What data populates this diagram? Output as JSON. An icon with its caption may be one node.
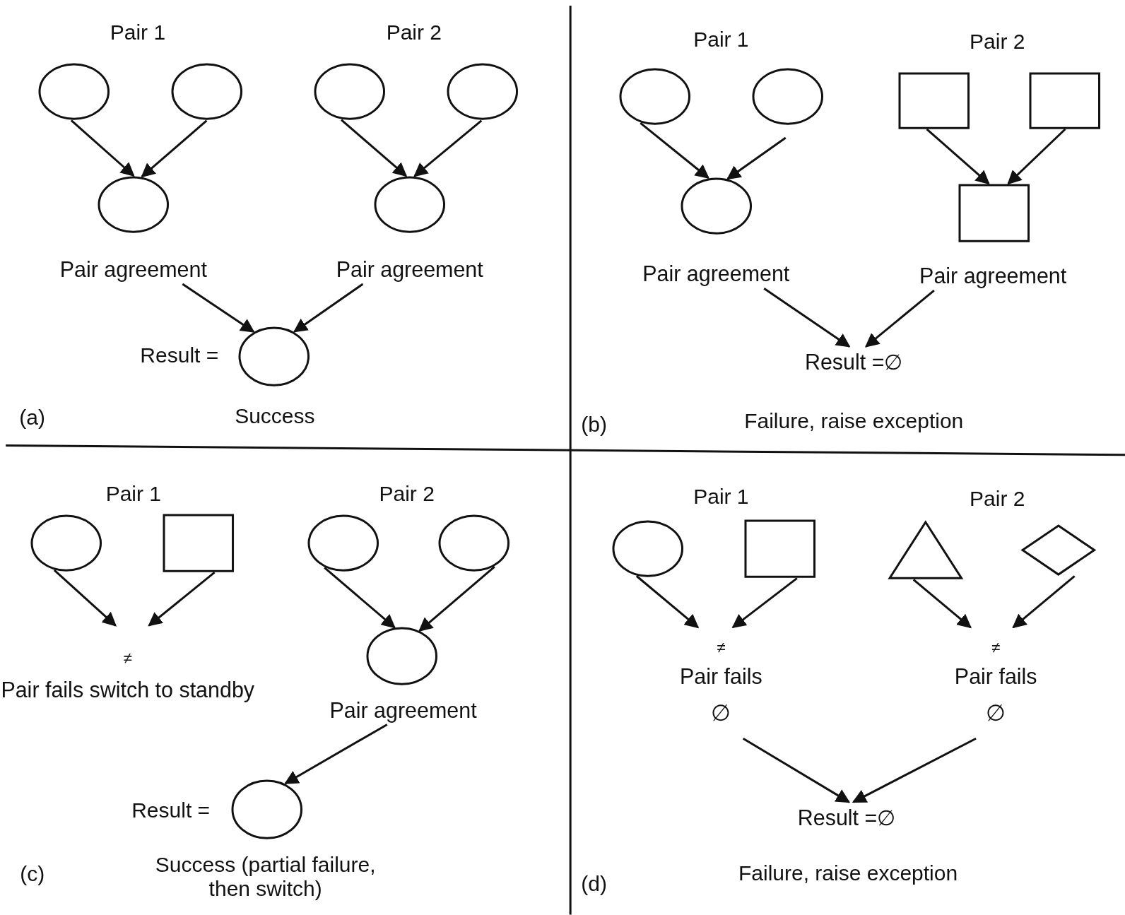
{
  "diagram": {
    "nodes": [
      {
        "text": [],
        "shape": "circle"
      },
      {
        "text": [],
        "shape": "circle"
      },
      {
        "text": [],
        "shape": "circle"
      },
      {
        "text": [
          "Pair agreement"
        ]
      },
      {
        "text": [],
        "shape": "circle"
      },
      {
        "text": [],
        "shape": "circle"
      },
      {
        "text": [],
        "shape": "circle"
      },
      {
        "text": [
          "Pair agreement"
        ]
      },
      {
        "text": [],
        "shape": "circle",
        "beside": [
          "Result =",
          "Success"
        ]
      },
      {
        "text": [],
        "shape": "circle"
      },
      {
        "text": [],
        "shape": "circle"
      },
      {
        "text": [],
        "shape": "circle"
      },
      {
        "text": [
          "Pair agreement"
        ]
      },
      {
        "text": [],
        "shape": "box"
      },
      {
        "text": [],
        "shape": "box"
      },
      {
        "text": [],
        "shape": "box"
      },
      {
        "text": [
          "Pair agreement"
        ]
      },
      {
        "text": [
          "Result =∅"
        ]
      },
      {
        "text": [],
        "shape": "circle"
      },
      {
        "text": [],
        "shape": "box"
      },
      {
        "text": [
          "≠",
          "Pair fails switch to standby"
        ]
      },
      {
        "text": [],
        "shape": "circle"
      },
      {
        "text": [],
        "shape": "circle"
      },
      {
        "text": [],
        "shape": "circle"
      },
      {
        "text": [
          "Pair agreement"
        ]
      },
      {
        "text": [],
        "shape": "circle",
        "beside": [
          "Result =",
          "Success (partial failure, then switch)"
        ]
      },
      {
        "text": [],
        "shape": "circle"
      },
      {
        "text": [],
        "shape": "box"
      },
      {
        "text": [
          "≠",
          "Pair fails",
          "∅"
        ]
      },
      {
        "text": [],
        "shape": "triangle"
      },
      {
        "text": [],
        "shape": "diamond"
      },
      {
        "text": [
          "≠",
          "Pair fails",
          "∅"
        ]
      },
      {
        "text": [
          "Result =∅"
        ]
      }
    ],
    "edges": [
      {
        "from": 0,
        "to": 2,
        "arrow": "to"
      },
      {
        "from": 1,
        "to": 2,
        "arrow": "to"
      },
      {
        "from": 4,
        "to": 6,
        "arrow": "to"
      },
      {
        "from": 5,
        "to": 6,
        "arrow": "to"
      },
      {
        "from": 3,
        "to": 8,
        "arrow": "to"
      },
      {
        "from": 7,
        "to": 8,
        "arrow": "to"
      },
      {
        "from": 9,
        "to": 11,
        "arrow": "to"
      },
      {
        "from": 10,
        "to": 11,
        "arrow": "to"
      },
      {
        "from": 13,
        "to": 15,
        "arrow": "to"
      },
      {
        "from": 14,
        "to": 15,
        "arrow": "to"
      },
      {
        "from": 12,
        "to": 17,
        "arrow": "to"
      },
      {
        "from": 16,
        "to": 17,
        "arrow": "to"
      },
      {
        "from": 18,
        "to": 20,
        "arrow": "to"
      },
      {
        "from": 19,
        "to": 20,
        "arrow": "to"
      },
      {
        "from": 21,
        "to": 23,
        "arrow": "to"
      },
      {
        "from": 22,
        "to": 23,
        "arrow": "to"
      },
      {
        "from": 24,
        "to": 25,
        "arrow": "to"
      },
      {
        "from": 26,
        "to": 28,
        "arrow": "to"
      },
      {
        "from": 27,
        "to": 28,
        "arrow": "to"
      },
      {
        "from": 29,
        "to": 31,
        "arrow": "to"
      },
      {
        "from": 30,
        "to": 31,
        "arrow": "to"
      },
      {
        "from": 28,
        "to": 32,
        "arrow": "to"
      },
      {
        "from": 31,
        "to": 32,
        "arrow": "to"
      }
    ],
    "labels": [
      "Pair 1",
      "Pair 2",
      "(a)",
      "Pair 1",
      "Pair 2",
      "(b)",
      "Failure, raise exception",
      "Pair 1",
      "Pair 2",
      "(c)",
      "Pair 1",
      "Pair 2",
      "(d)",
      "Failure, raise exception"
    ]
  }
}
